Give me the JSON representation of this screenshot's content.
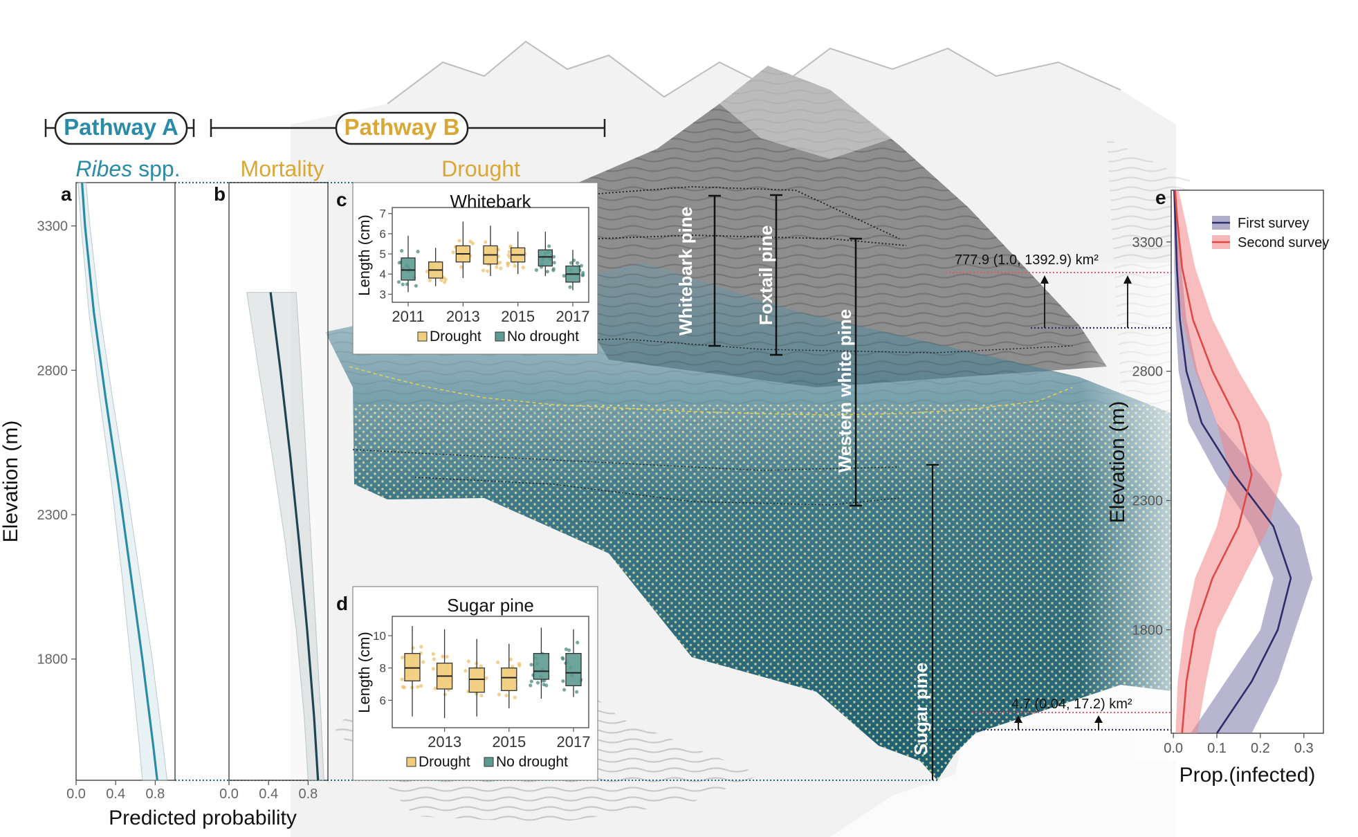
{
  "header": {
    "pathway_a": "Pathway A",
    "pathway_b": "Pathway B",
    "ribes_italic": "Ribes",
    "ribes_rest": " spp.",
    "mortality": "Mortality",
    "drought": "Drought"
  },
  "colors": {
    "teal": "#2b8ba6",
    "dark_teal": "#1f4450",
    "gold": "#d9a736",
    "drought_fill": "#f1cc7a",
    "nodrought_fill": "#5d9a91",
    "navy": "#2e2c69",
    "red": "#e04848",
    "pink": "#e05870",
    "water": "#1e6a80"
  },
  "chart_data": [
    {
      "id": "a",
      "panel_label": "a",
      "type": "line",
      "ylabel": "Elevation (m)",
      "xlabel": "Predicted probability",
      "xlim": [
        0,
        1
      ],
      "ylim": [
        1380,
        3450
      ],
      "xticks": [
        "0.0",
        "0.4",
        "0.8"
      ],
      "xtick_values": [
        0,
        0.4,
        0.8
      ],
      "yticks": [
        "1800",
        "2300",
        "2800",
        "3300"
      ],
      "ytick_values": [
        1800,
        2300,
        2800,
        3300
      ],
      "line": {
        "elevation": [
          3450,
          3300,
          3000,
          2700,
          2400,
          2100,
          1800,
          1500,
          1380
        ],
        "value": [
          0.06,
          0.09,
          0.18,
          0.3,
          0.43,
          0.55,
          0.67,
          0.78,
          0.82
        ]
      },
      "band_lower": [
        0.02,
        0.05,
        0.13,
        0.24,
        0.36,
        0.46,
        0.55,
        0.64,
        0.67
      ],
      "band_upper": [
        0.1,
        0.14,
        0.24,
        0.37,
        0.51,
        0.64,
        0.77,
        0.88,
        0.92
      ]
    },
    {
      "id": "b",
      "panel_label": "b",
      "type": "line",
      "xlabel": "Predicted probability",
      "xlim": [
        0,
        1
      ],
      "ylim": [
        1380,
        3450
      ],
      "xticks": [
        "0.0",
        "0.4",
        "0.8"
      ],
      "xtick_values": [
        0,
        0.4,
        0.8
      ],
      "line": {
        "elevation": [
          3070,
          2800,
          2500,
          2200,
          1900,
          1600,
          1380
        ],
        "value": [
          0.42,
          0.52,
          0.62,
          0.71,
          0.79,
          0.86,
          0.9
        ]
      },
      "band_lower": [
        0.18,
        0.3,
        0.44,
        0.57,
        0.68,
        0.76,
        0.8
      ],
      "band_upper": [
        0.68,
        0.73,
        0.78,
        0.83,
        0.88,
        0.93,
        0.96
      ]
    },
    {
      "id": "c",
      "panel_label": "c",
      "type": "box",
      "title": "Whitebark",
      "ylabel": "Length (cm)",
      "years": [
        2011,
        2012,
        2013,
        2014,
        2015,
        2016,
        2017
      ],
      "xticks": [
        "2011",
        "2013",
        "2015",
        "2017"
      ],
      "xtick_values": [
        2011,
        2013,
        2015,
        2017
      ],
      "yticks": [
        "3",
        "4",
        "5",
        "6",
        "7"
      ],
      "ytick_values": [
        3,
        4,
        5,
        6,
        7
      ],
      "ylim": [
        2.6,
        7.3
      ],
      "groups": [
        "no drought",
        "drought",
        "drought",
        "drought",
        "drought",
        "no drought",
        "no drought"
      ],
      "boxes": [
        {
          "min": 3.1,
          "q1": 3.7,
          "median": 4.2,
          "q3": 4.8,
          "max": 5.9
        },
        {
          "min": 3.4,
          "q1": 3.8,
          "median": 4.2,
          "q3": 4.6,
          "max": 5.3
        },
        {
          "min": 3.8,
          "q1": 4.6,
          "median": 5.0,
          "q3": 5.4,
          "max": 6.6
        },
        {
          "min": 3.9,
          "q1": 4.5,
          "median": 4.95,
          "q3": 5.4,
          "max": 6.4
        },
        {
          "min": 4.0,
          "q1": 4.6,
          "median": 4.95,
          "q3": 5.3,
          "max": 6.1
        },
        {
          "min": 3.9,
          "q1": 4.4,
          "median": 4.85,
          "q3": 5.2,
          "max": 6.1
        },
        {
          "min": 3.2,
          "q1": 3.6,
          "median": 4.0,
          "q3": 4.4,
          "max": 5.2
        }
      ],
      "legend": [
        "Drought",
        "No drought"
      ]
    },
    {
      "id": "d",
      "panel_label": "d",
      "type": "box",
      "title": "Sugar pine",
      "ylabel": "Length (cm)",
      "years": [
        2012,
        2013,
        2014,
        2015,
        2016,
        2017
      ],
      "xticks": [
        "2013",
        "2015",
        "2017"
      ],
      "xtick_values": [
        2013,
        2015,
        2017
      ],
      "yticks": [
        "6",
        "8",
        "10"
      ],
      "ytick_values": [
        6,
        8,
        10
      ],
      "ylim": [
        4.3,
        11.2
      ],
      "groups": [
        "drought",
        "drought",
        "drought",
        "drought",
        "no drought",
        "no drought"
      ],
      "boxes": [
        {
          "min": 5.0,
          "q1": 7.2,
          "median": 8.0,
          "q3": 8.9,
          "max": 10.6
        },
        {
          "min": 4.9,
          "q1": 6.7,
          "median": 7.5,
          "q3": 8.3,
          "max": 10.4
        },
        {
          "min": 5.0,
          "q1": 6.5,
          "median": 7.3,
          "q3": 8.0,
          "max": 9.8
        },
        {
          "min": 5.5,
          "q1": 6.6,
          "median": 7.4,
          "q3": 8.0,
          "max": 9.5
        },
        {
          "min": 6.1,
          "q1": 7.3,
          "median": 7.8,
          "q3": 8.9,
          "max": 10.5
        },
        {
          "min": 6.2,
          "q1": 6.9,
          "median": 7.7,
          "q3": 8.9,
          "max": 10.4
        }
      ],
      "legend": [
        "Drought",
        "No drought"
      ]
    },
    {
      "id": "e",
      "panel_label": "e",
      "type": "line",
      "xlabel": "Prop.(infected)",
      "ylabel": "Elevation (m)",
      "xlim": [
        -0.005,
        0.345
      ],
      "ylim": [
        1400,
        3500
      ],
      "xticks": [
        "0.0",
        "0.1",
        "0.2",
        "0.3"
      ],
      "xtick_values": [
        0,
        0.1,
        0.2,
        0.3
      ],
      "yticks": [
        "1800",
        "2300",
        "2800",
        "3300"
      ],
      "ytick_values": [
        1800,
        2300,
        2800,
        3300
      ],
      "series": [
        {
          "name": "First survey",
          "elevation": [
            1400,
            1600,
            1800,
            2000,
            2200,
            2400,
            2600,
            2800,
            3000,
            3200,
            3400,
            3500
          ],
          "value": [
            0.1,
            0.18,
            0.24,
            0.27,
            0.23,
            0.14,
            0.065,
            0.03,
            0.015,
            0.008,
            0.004,
            0.002
          ],
          "band_lower": [
            0.04,
            0.12,
            0.2,
            0.23,
            0.18,
            0.1,
            0.035,
            0.012,
            0.005,
            0.002,
            0.001,
            0.0
          ],
          "band_upper": [
            0.18,
            0.24,
            0.28,
            0.32,
            0.29,
            0.2,
            0.1,
            0.055,
            0.03,
            0.018,
            0.01,
            0.006
          ]
        },
        {
          "name": "Second survey",
          "elevation": [
            1400,
            1600,
            1800,
            2000,
            2200,
            2400,
            2600,
            2800,
            3000,
            3200,
            3400,
            3500
          ],
          "value": [
            0.02,
            0.03,
            0.05,
            0.09,
            0.15,
            0.18,
            0.15,
            0.09,
            0.045,
            0.02,
            0.008,
            0.004
          ],
          "band_lower": [
            0.005,
            0.01,
            0.025,
            0.05,
            0.1,
            0.13,
            0.1,
            0.05,
            0.02,
            0.006,
            0.002,
            0.0
          ],
          "band_upper": [
            0.055,
            0.075,
            0.1,
            0.16,
            0.22,
            0.25,
            0.22,
            0.15,
            0.09,
            0.05,
            0.025,
            0.012
          ]
        }
      ]
    }
  ],
  "zones": {
    "whitebark": "Whitebark pine",
    "foxtail": "Foxtail pine",
    "western_white": "Western white pine",
    "sugar": "Sugar pine"
  },
  "annotations": {
    "upper_area": "777.9 (1.0, 1392.9)  km²",
    "lower_area": "4.7 (0.04, 17.2) km²"
  }
}
